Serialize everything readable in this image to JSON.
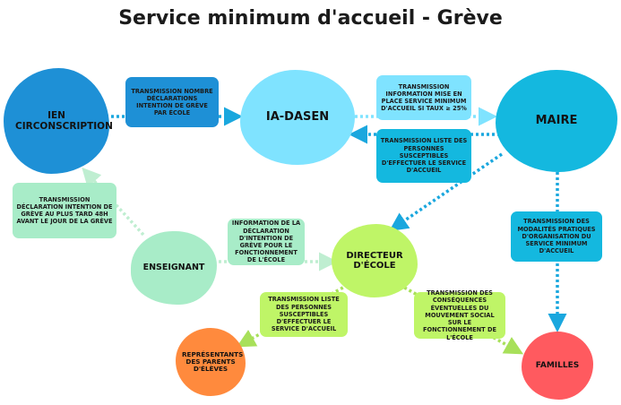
{
  "title": "Service minimum d'accueil - Grève",
  "colors": {
    "ien": "#1e90d6",
    "ia_dasen": "#7fe3ff",
    "maire": "#14b8df",
    "enseignant": "#a8ecc8",
    "directeur": "#bff567",
    "representants": "#ff8a3d",
    "familles": "#ff5a5f",
    "arrow_blue": "#1aa7de",
    "arrow_green_light": "#bfeed1",
    "arrow_green": "#a8e05a"
  },
  "nodes": {
    "ien": "IEN CIRCONSCRIPTION",
    "ia_dasen": "IA-DASEN",
    "maire": "MAIRE",
    "enseignant": "ENSEIGNANT",
    "directeur": "DIRECTEUR D'ÉCOLE",
    "representants": "REPRÉSENTANTS DES PARENTS D'ÉLÈVES",
    "familles": "FAMILLES"
  },
  "labels": {
    "ien_to_dasen": "TRANSMISSION NOMBRE DÉCLARATIONS INTENTION DE GRÈVE PAR ÉCOLE",
    "dasen_to_maire": "TRANSMISSION INFORMATION MISE EN PLACE SERVICE MINIMUM D'ACCUEIL SI TAUX ≥ 25%",
    "maire_to_dasen": "TRANSMISSION LISTE DES PERSONNES SUSCEPTIBLES D'EFFECTUER LE SERVICE D'ACCUEIL",
    "enseignant_to_ien": "TRANSMISSION DÉCLARATION INTENTION DE GRÈVE AU PLUS TARD 48H AVANT LE JOUR DE LA GRÈVE",
    "enseignant_to_directeur": "INFORMATION DE LA DÉCLARATION D'INTENTION DE GRÈVE POUR LE FONCTIONNEMENT DE L'ÉCOLE",
    "maire_to_familles": "TRANSMISSION DES MODALITÉS PRATIQUES D'ORGANISATION DU SERVICE MINIMUM D'ACCUEIL",
    "directeur_to_representants": "TRANSMISSION LISTE DES PERSONNES SUSCEPTIBLES D'EFFECTUER LE SERVICE D'ACCUEIL",
    "directeur_to_familles": "TRANSMISSION DES CONSÉQUENCES ÉVENTUELLES DU MOUVEMENT SOCIAL SUR LE FONCTIONNEMENT DE L'ÉCOLE"
  }
}
